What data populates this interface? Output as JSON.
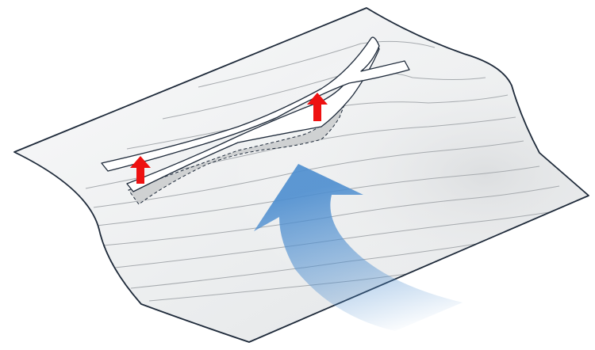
{
  "diagram": {
    "sheet_color": "#f2f3f4",
    "sheet_edge_color": "#1e2a3a",
    "contour_color": "#a6aaae",
    "strip_fill": "#ffffff",
    "strip_outline": "#1e2a3a",
    "shadow_fill": "#c9cbcd",
    "lift_arrow_color": "#ee1111",
    "flow_arrow_color": "#4f8fd0",
    "lift_arrow_count": 2,
    "strip_count": 2,
    "flow_arrow_count": 1
  }
}
